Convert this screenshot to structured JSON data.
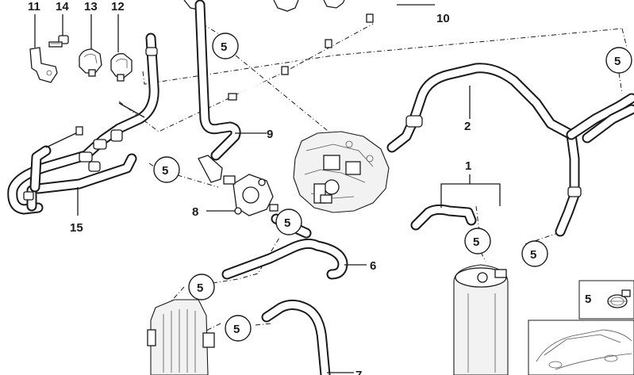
{
  "labels": {
    "p1": "1",
    "p2": "2",
    "p5": "5",
    "p6": "6",
    "p7": "7",
    "p8": "8",
    "p9": "9",
    "p10": "10",
    "p11": "11",
    "p12": "12",
    "p13": "13",
    "p14": "14",
    "p15": "15"
  },
  "legend": {
    "label": "5"
  }
}
